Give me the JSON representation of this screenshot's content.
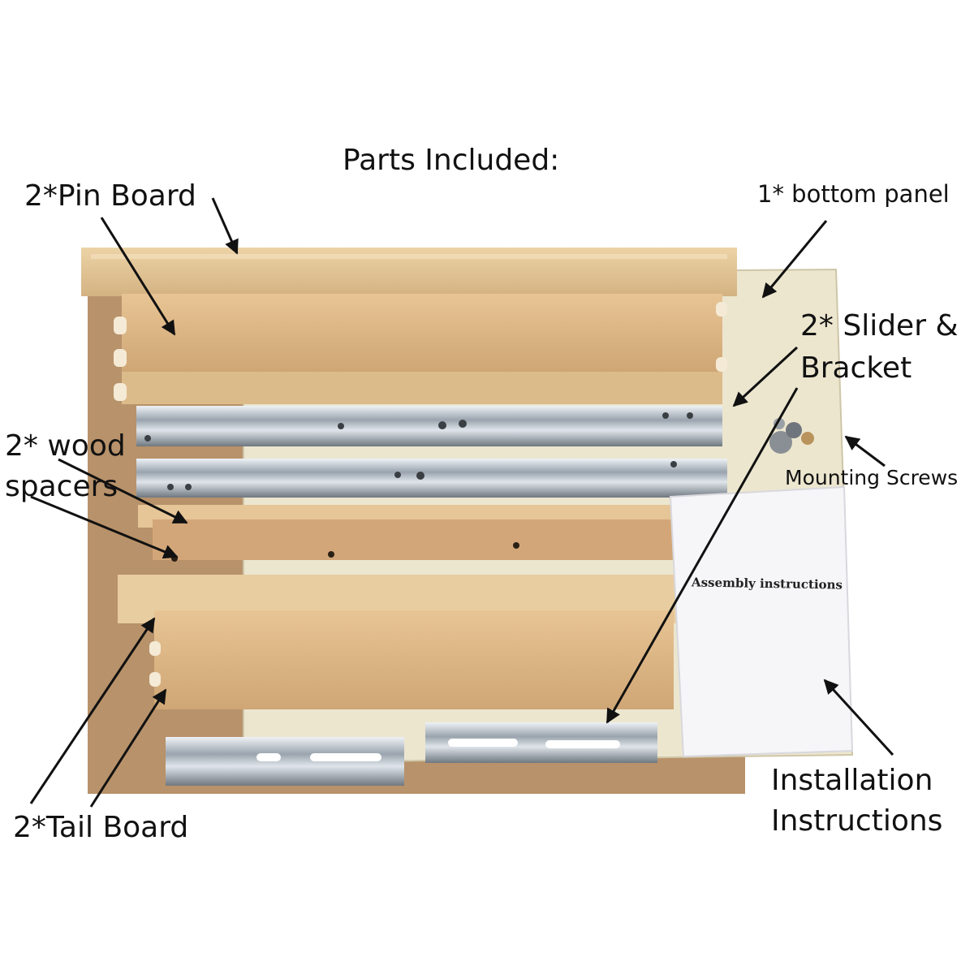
{
  "labels": {
    "title": "Parts Included:",
    "pin_board": "2*Pin Board",
    "bottom_panel": "1* bottom panel",
    "slider_line1": "2* Slider &",
    "slider_line2": "Bracket",
    "wood_line1": "2* wood",
    "wood_line2": "spacers",
    "mounting_screws": "Mounting Screws",
    "install_line1": "Installation",
    "install_line2": "Instructions",
    "tail_board": "2*Tail Board",
    "sheet_title": "Assembly instructions"
  },
  "colors": {
    "cardboard": "#b8926a",
    "panel": "#ece6cf",
    "wood_light": "#e4c79a",
    "wood_dark": "#cda678",
    "metal": "#b5bcc4",
    "paper": "#f6f6f8",
    "arrow": "#111111"
  }
}
